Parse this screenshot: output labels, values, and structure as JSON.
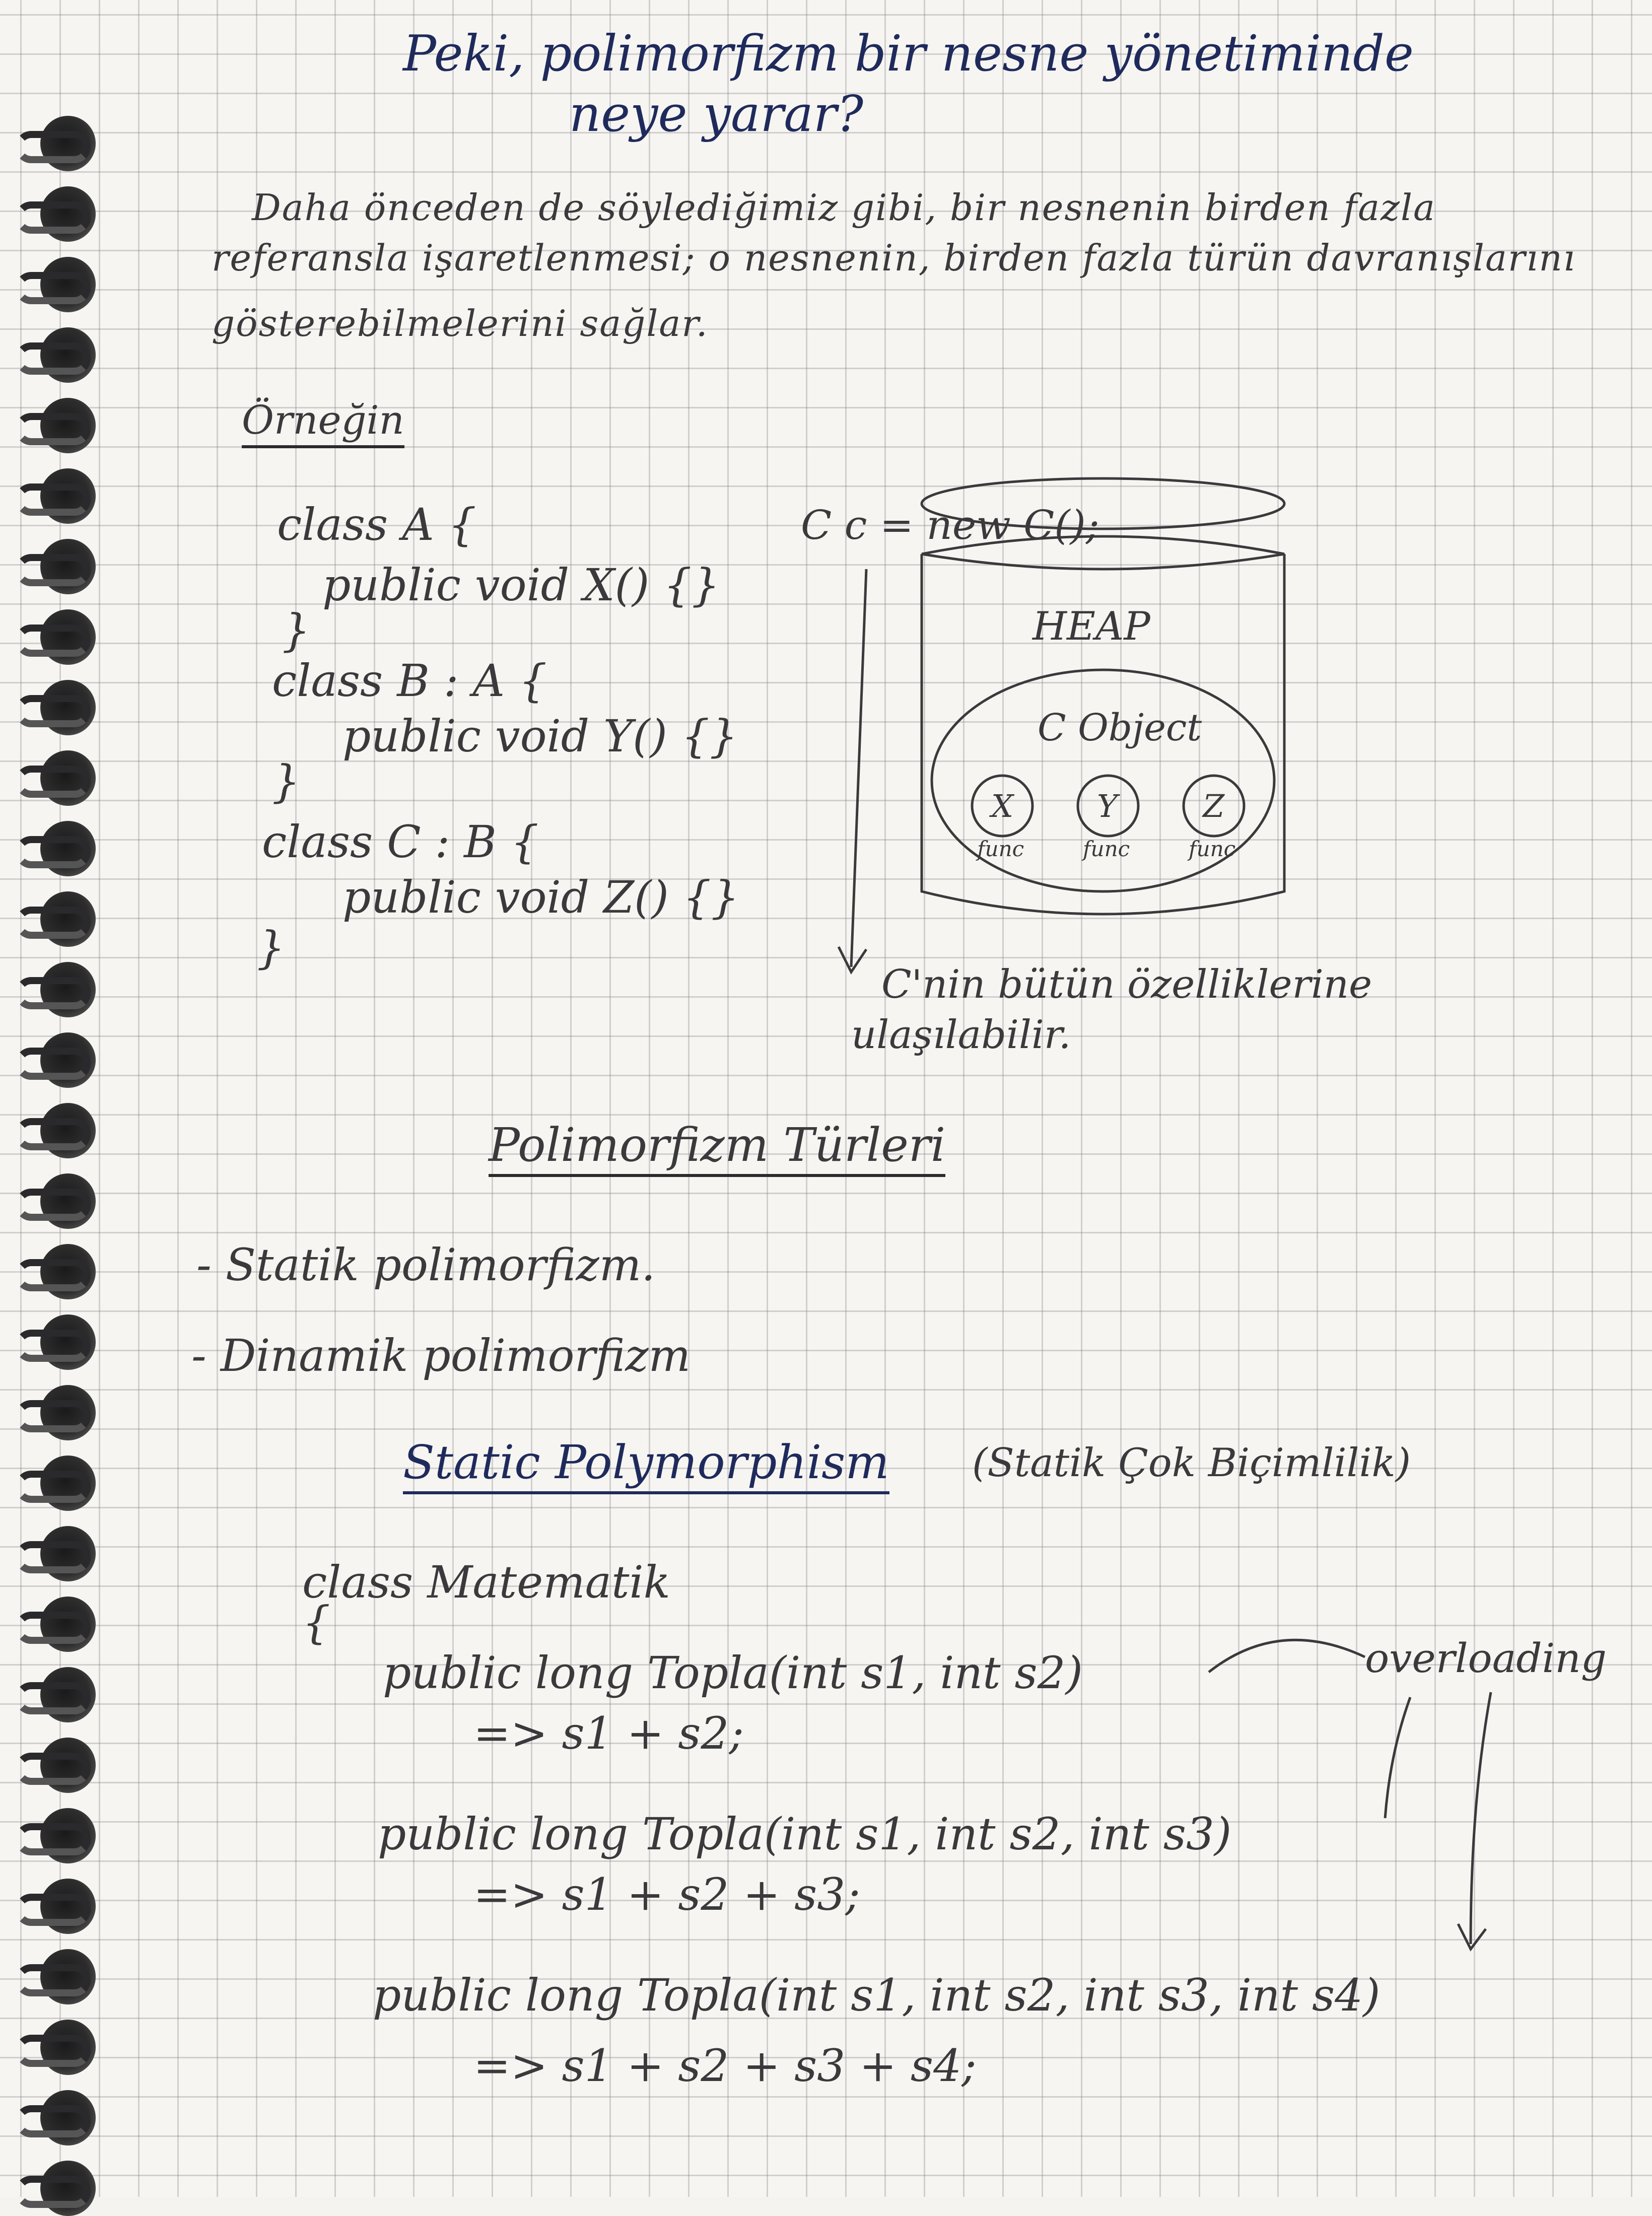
{
  "title": {
    "line1": "Peki, polimorfizm bir nesne yönetiminde",
    "line2": "neye yarar?"
  },
  "intro": {
    "line1": "Daha önceden de söylediğimiz gibi, bir nesnenin birden fazla",
    "line2": "referansla işaretlenmesi; o nesnenin, birden fazla türün davranışlarını",
    "line3": "gösterebilmelerini sağlar."
  },
  "example_label": "Örneğin",
  "code_example": {
    "l1": "class A {",
    "l2": "public void X() {}",
    "l3": "}",
    "l4": "class B : A {",
    "l5": "public void Y() {}",
    "l6": "}",
    "l7": "class C : B {",
    "l8": "public void Z() {}",
    "l9": "}"
  },
  "diagram": {
    "instantiation": "C c = new C();",
    "heap_label": "HEAP",
    "object_label": "C Object",
    "members": [
      {
        "symbol": "X",
        "label": "func"
      },
      {
        "symbol": "Y",
        "label": "func"
      },
      {
        "symbol": "Z",
        "label": "func"
      }
    ],
    "note_line1": "C'nin bütün özelliklerine",
    "note_line2": "ulaşılabilir."
  },
  "types_heading": "Polimorfizm Türleri",
  "types": [
    "- Statik polimorfizm.",
    "- Dinamik polimorfizm"
  ],
  "static_section": {
    "heading": "Static Polymorphism",
    "subtitle": "(Statik Çok Biçimlilik)",
    "class_line": "class Matematik",
    "open_brace": "{",
    "methods": [
      {
        "sig": "public long Topla(int s1, int s2)",
        "body": "=> s1 + s2;"
      },
      {
        "sig": "public long Topla(int s1, int s2, int s3)",
        "body": "=> s1 + s2 + s3;"
      },
      {
        "sig": "public long Topla(int s1, int s2, int s3, int s4)",
        "body": "=> s1 + s2 + s3 + s4;"
      }
    ],
    "annotation": "overloading"
  },
  "colors": {
    "pencil": "#3a3a3c",
    "blue_ink": "#1f2a5c",
    "grid": "#8a8a90",
    "paper": "#f6f5f1"
  }
}
